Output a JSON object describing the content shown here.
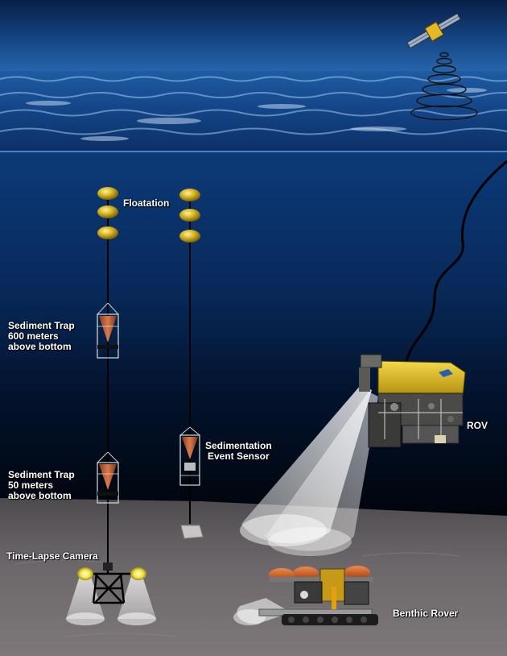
{
  "labels": {
    "floatation": "Floatation",
    "trap_upper": [
      "Sediment Trap",
      "600 meters",
      "above bottom"
    ],
    "trap_lower": [
      "Sediment Trap",
      "50 meters",
      "above bottom"
    ],
    "event_sensor": [
      "Sedimentation",
      "Event Sensor"
    ],
    "camera": "Time-Lapse Camera",
    "rov": "ROV",
    "rover": "Benthic Rover"
  },
  "colors": {
    "sky_top": "#0a2a5c",
    "sea_surface": "#1f5fa8",
    "deep_water": "#0b2f66",
    "abyss": "#010510",
    "seafloor": "#6e6a6d",
    "float_yellow": "#d6b321",
    "trap_cone": "#c0623a",
    "rov_yellow": "#e2c21a",
    "rover_orange": "#d9662a"
  },
  "icons": [
    "satellite-icon",
    "signal-waves-icon",
    "float-icon",
    "sediment-trap-icon",
    "anchor-weight-icon",
    "camera-light-icon",
    "rov-icon",
    "benthic-rover-icon"
  ]
}
